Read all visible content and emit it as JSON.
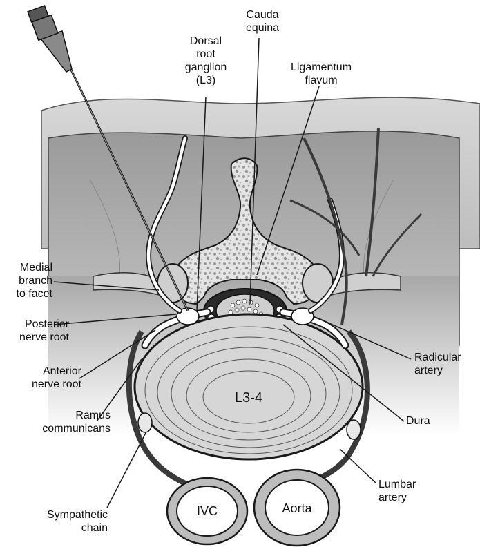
{
  "labels": {
    "cauda_equina": [
      "Cauda",
      "equina"
    ],
    "dorsal_root_ganglion": [
      "Dorsal",
      "root",
      "ganglion",
      "(L3)"
    ],
    "ligamentum_flavum": [
      "Ligamentum",
      "flavum"
    ],
    "medial_branch": [
      "Medial",
      "branch",
      "to facet"
    ],
    "posterior_nerve_root": [
      "Posterior",
      "nerve root"
    ],
    "anterior_nerve_root": [
      "Anterior",
      "nerve root"
    ],
    "ramus_communicans": [
      "Ramus",
      "communicans"
    ],
    "sympathetic_chain": [
      "Sympathetic",
      "chain"
    ],
    "radicular_artery": [
      "Radicular",
      "artery"
    ],
    "dura": [
      "Dura"
    ],
    "lumbar_artery": [
      "Lumbar",
      "artery"
    ]
  },
  "structures": {
    "disc": "L3-4",
    "ivc": "IVC",
    "aorta": "Aorta"
  },
  "colors": {
    "skin": "#cfcfcf",
    "muscle": "#b3b3b3",
    "bone": "#d9d9d9",
    "disc": "#d6d6d6",
    "vessel": "#3a3a3a",
    "nerve": "#ffffff",
    "outline": "#1a1a1a"
  }
}
